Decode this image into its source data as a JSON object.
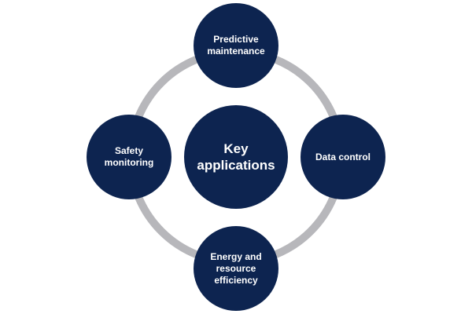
{
  "diagram": {
    "center": {
      "label": "Key\napplications"
    },
    "nodes": [
      {
        "id": "top",
        "label": "Predictive\nmaintenance"
      },
      {
        "id": "right",
        "label": "Data control"
      },
      {
        "id": "bottom",
        "label": "Energy and\nresource\nefficiency"
      },
      {
        "id": "left",
        "label": "Safety\nmonitoring"
      }
    ]
  },
  "colors": {
    "node_fill": "#0d2450",
    "ring_stroke": "#b7b7bb",
    "background": "#ffffff"
  }
}
